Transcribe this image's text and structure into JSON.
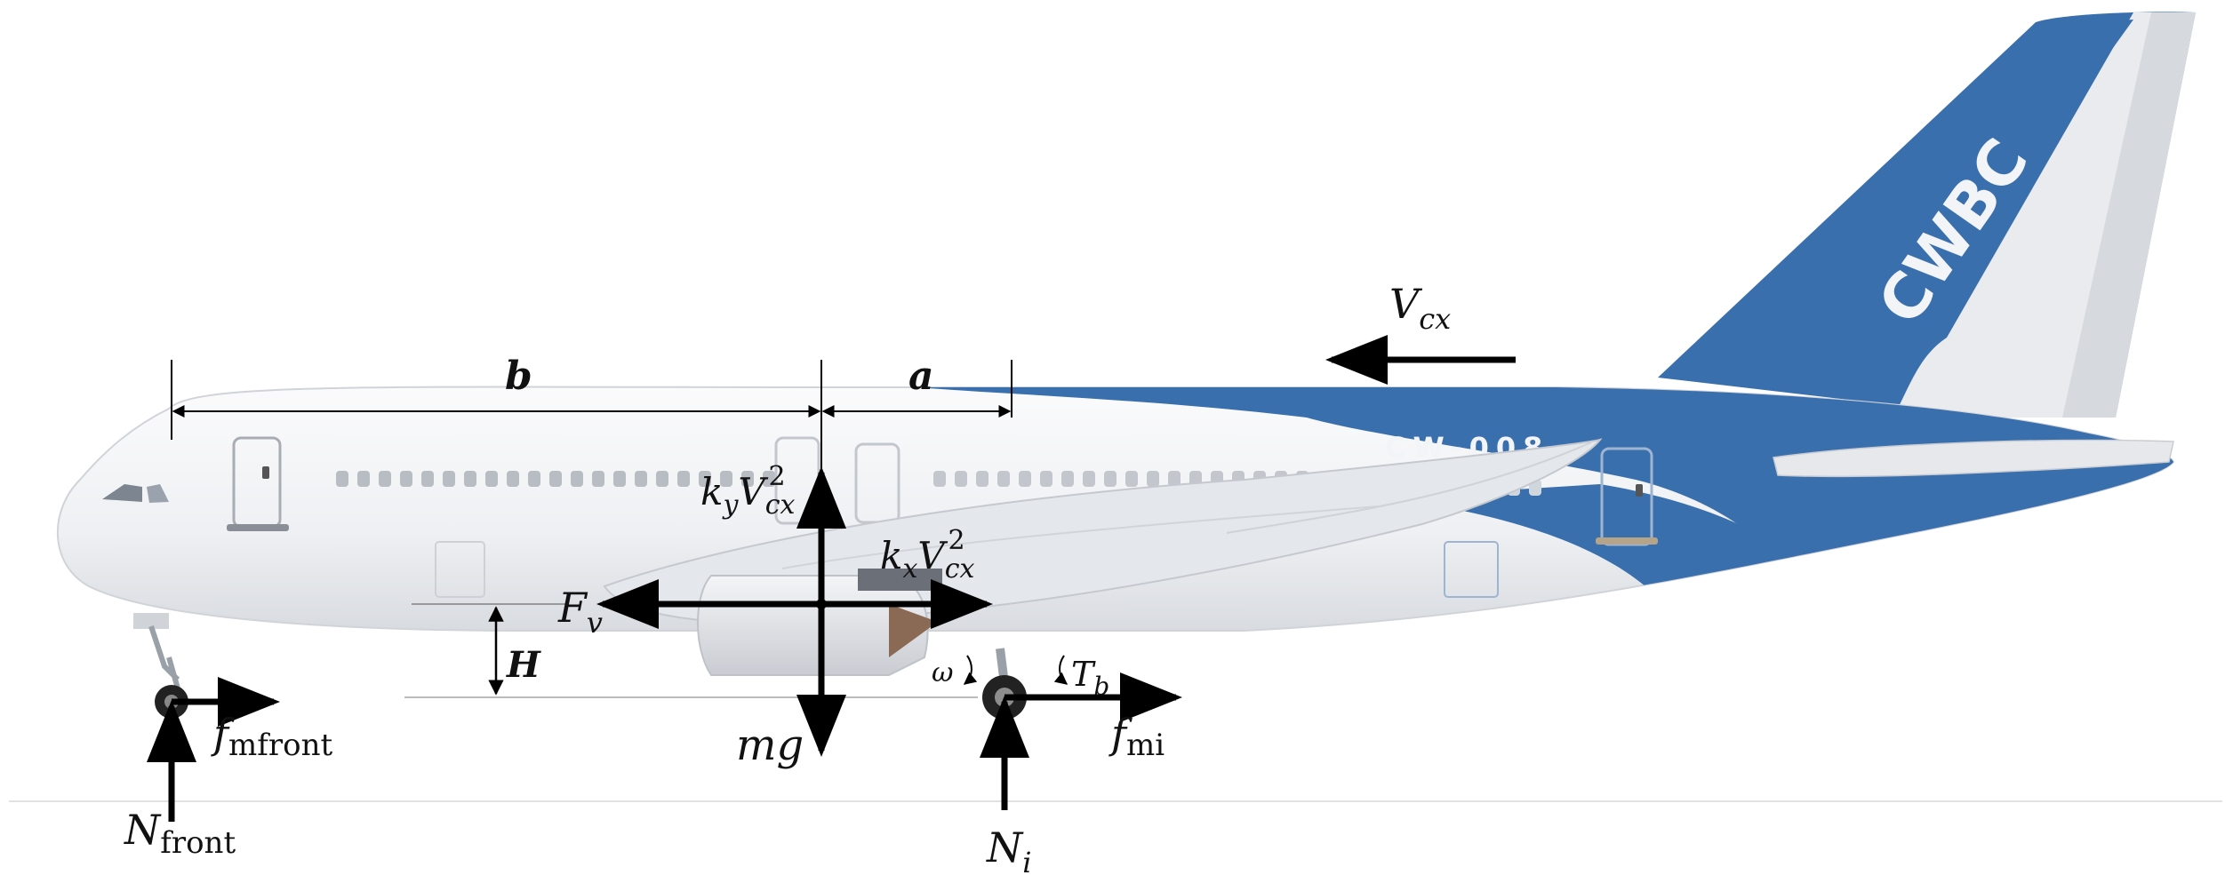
{
  "diagram": {
    "livery": {
      "tail_text": "CWBC",
      "registration": "CW-008"
    },
    "dimensions": {
      "b": "b",
      "a": "a",
      "H": "H"
    },
    "forces": {
      "velocity": {
        "base": "V",
        "sub": "cx"
      },
      "lift": {
        "k": "k",
        "k_sub": "y",
        "v": "V",
        "v_sub": "cx",
        "exp": "2"
      },
      "drag": {
        "k": "k",
        "k_sub": "x",
        "v": "V",
        "v_sub": "cx",
        "exp": "2"
      },
      "fv": {
        "base": "F",
        "sub": "v"
      },
      "weight": "mg",
      "omega": "ω",
      "torque": {
        "base": "T",
        "sub": "b"
      },
      "f_front": {
        "base": "f",
        "sub": "mfront"
      },
      "f_main": {
        "base": "f",
        "sub": "mi"
      },
      "n_front": {
        "base": "N",
        "sub": "front"
      },
      "n_main": {
        "base": "N",
        "sub": "i"
      }
    },
    "colors": {
      "fuselage": "#f3f4f6",
      "livery_blue": "#3a6fae",
      "arrow": "#000000",
      "ground": "#d9d9d9"
    }
  }
}
